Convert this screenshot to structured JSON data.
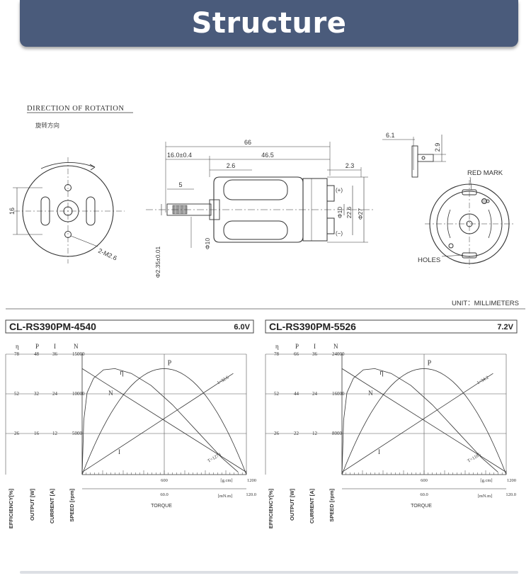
{
  "header": {
    "title": "Structure"
  },
  "drawing": {
    "rotation_title": "DIRECTION OF ROTATION",
    "rotation_title_cn": "旋转方向",
    "front_view": {
      "dim_height": "16",
      "screw_label": "2-M2.6"
    },
    "side_view": {
      "dim_total": "66",
      "dim_shaft": "16.0±0.4",
      "dim_body": "46.5",
      "dim_boss": "2.6",
      "dim_rear": "2.3",
      "dim_key": "5",
      "dim_d10_front": "Φ10",
      "dim_shaft_dia": "Φ2.35±0.01",
      "dim_d10_rear": "Φ10",
      "dim_22_6": "22.6",
      "dim_d27": "Φ27",
      "plus": "(+)",
      "minus": "(−)"
    },
    "terminal": {
      "dim_w": "6.1",
      "dim_h": "2.9"
    },
    "rear_view": {
      "red_mark": "RED MARK",
      "holes": "HOLES"
    },
    "unit": "UNIT：MILLIMETERS"
  },
  "charts": [
    {
      "model": "CL-RS390PM-4540",
      "voltage": "6.0V",
      "axis_heads": [
        "η",
        "P",
        "I",
        "N"
      ],
      "rows": [
        [
          "78",
          "48",
          "36",
          "15000"
        ],
        [
          "52",
          "32",
          "24",
          "10000"
        ],
        [
          "26",
          "16",
          "12",
          "5000"
        ]
      ],
      "torque_gcm": {
        "mid": "600",
        "max": "1200",
        "unit": "[g.cm]"
      },
      "torque_mnm": {
        "mid": "60.0",
        "max": "120.0",
        "unit": "[mN.m]"
      },
      "torque_label": "TORQUE",
      "curve_labels": {
        "eta": "η",
        "n": "N",
        "p": "P",
        "i": "I"
      },
      "annot_top": "I=32.6",
      "annot_bottom": "T=1274",
      "y_labels": [
        "EFFICIENCY[%]",
        "OUTPUT [W]",
        "CURRENT [A]",
        "SPEED [rpm]"
      ]
    },
    {
      "model": "CL-RS390PM-5526",
      "voltage": "7.2V",
      "axis_heads": [
        "η",
        "P",
        "I",
        "N"
      ],
      "rows": [
        [
          "78",
          "66",
          "36",
          "24000"
        ],
        [
          "52",
          "44",
          "24",
          "16000"
        ],
        [
          "26",
          "22",
          "12",
          "8000"
        ]
      ],
      "torque_gcm": {
        "mid": "600",
        "max": "1200",
        "unit": "[g.cm]"
      },
      "torque_mnm": {
        "mid": "60.0",
        "max": "120.0",
        "unit": "[mN.m]"
      },
      "torque_label": "TORQUE",
      "curve_labels": {
        "eta": "η",
        "n": "N",
        "p": "P",
        "i": "I"
      },
      "annot_top": "I=34.2",
      "annot_bottom": "T=1185",
      "y_labels": [
        "EFFICIENCY[%]",
        "OUTPUT [W]",
        "CURRENT [A]",
        "SPEED [rpm]"
      ]
    }
  ]
}
